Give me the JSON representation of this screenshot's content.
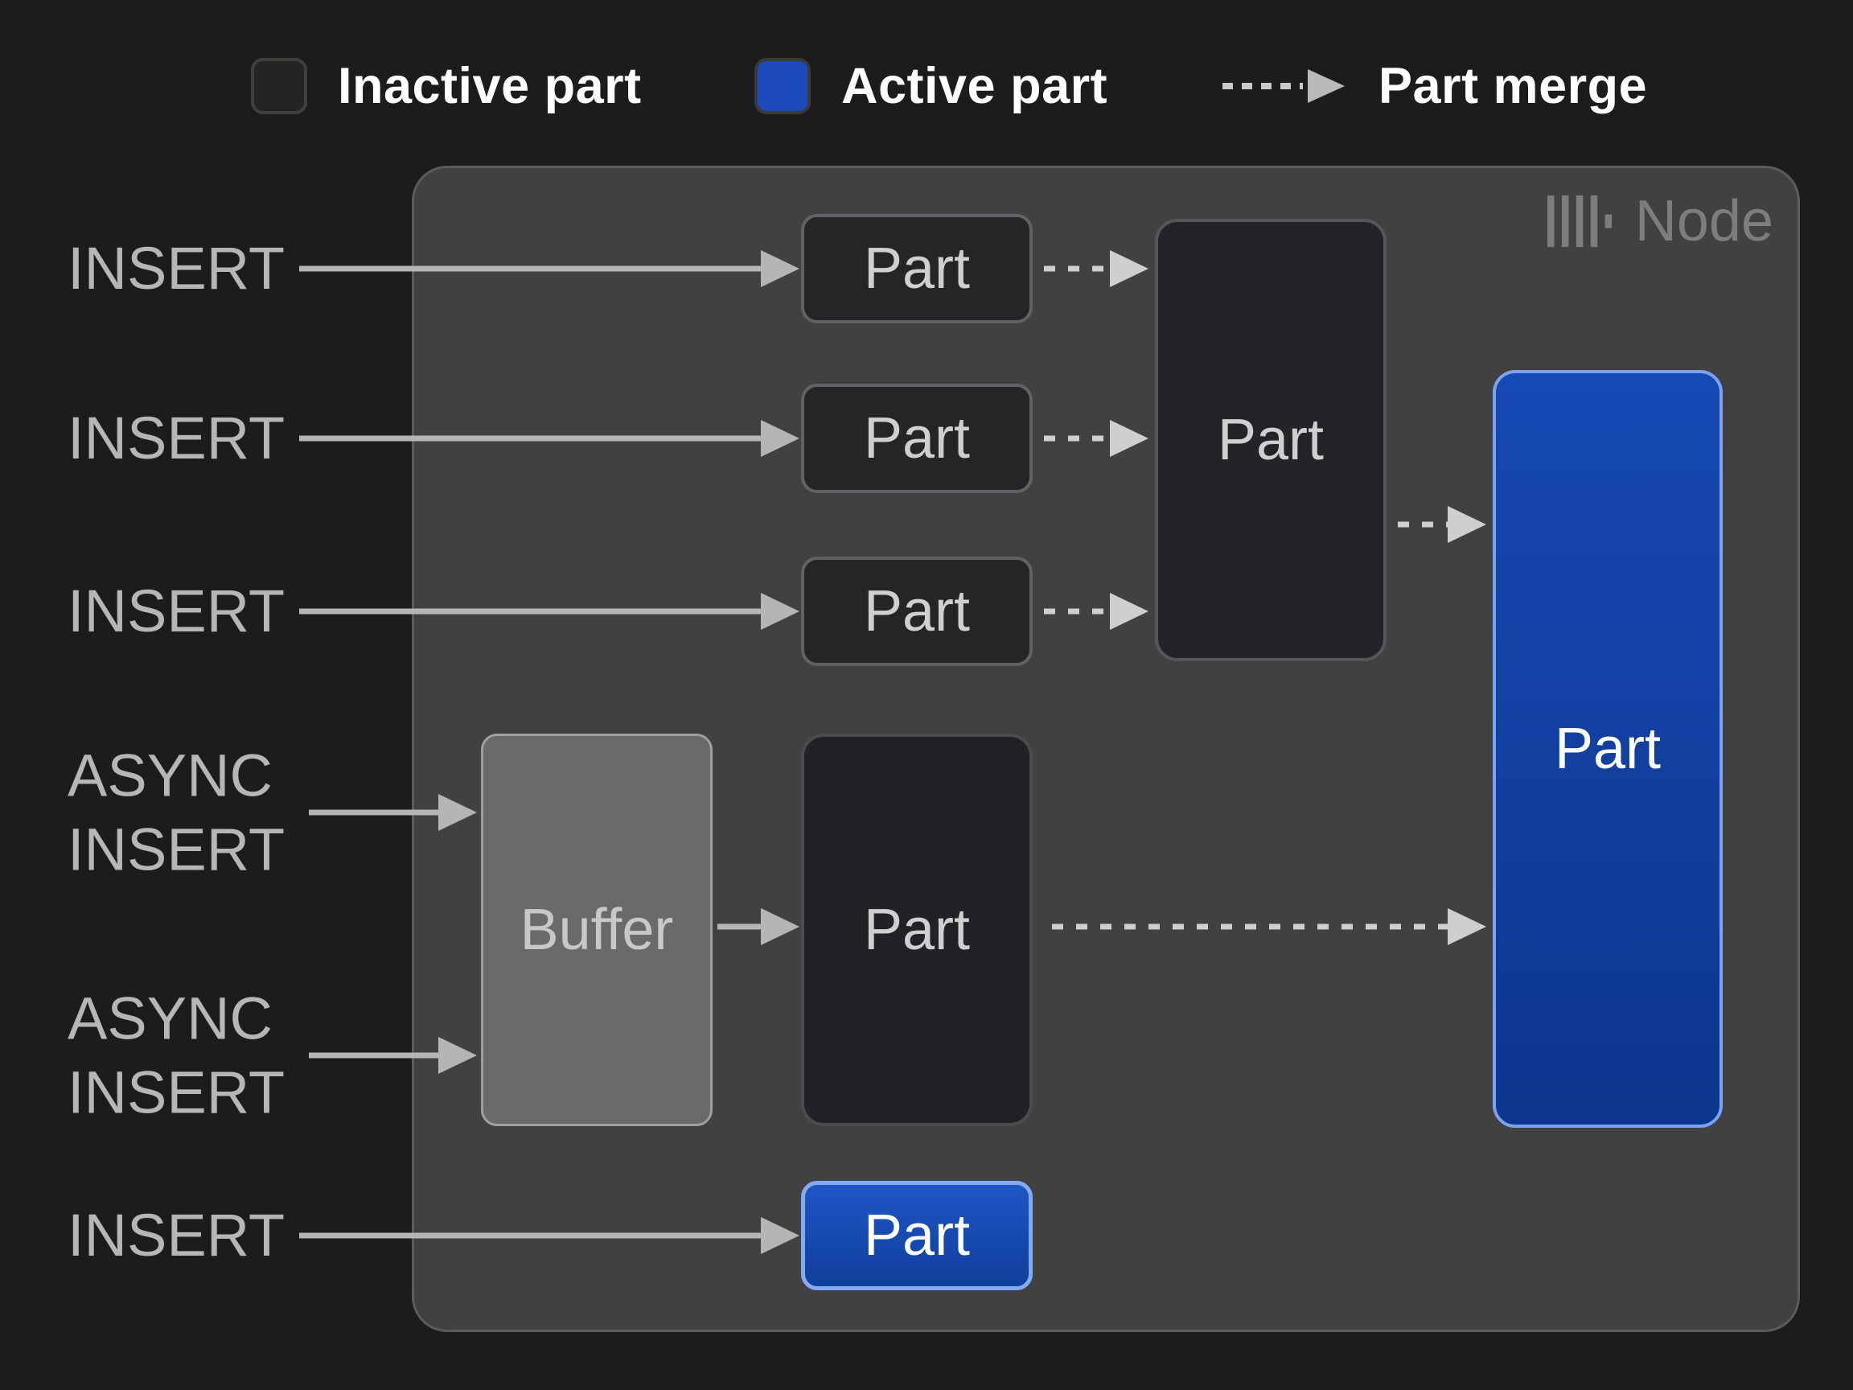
{
  "legend": {
    "inactive_label": "Inactive part",
    "active_label": "Active part",
    "merge_label": "Part merge"
  },
  "node": {
    "title": "Node",
    "logo_icon": "clickhouse-bars-icon"
  },
  "io_labels": [
    {
      "id": "insert-1",
      "text": "INSERT"
    },
    {
      "id": "insert-2",
      "text": "INSERT"
    },
    {
      "id": "insert-3",
      "text": "INSERT"
    },
    {
      "id": "async-insert-1",
      "text": "ASYNC\nINSERT"
    },
    {
      "id": "async-insert-2",
      "text": "ASYNC\nINSERT"
    },
    {
      "id": "insert-4",
      "text": "INSERT"
    }
  ],
  "boxes": {
    "part_1": {
      "label": "Part",
      "state": "inactive"
    },
    "part_2": {
      "label": "Part",
      "state": "inactive"
    },
    "part_3": {
      "label": "Part",
      "state": "inactive"
    },
    "merged_part": {
      "label": "Part",
      "state": "inactive"
    },
    "buffer": {
      "label": "Buffer",
      "state": "buffer"
    },
    "buffer_part": {
      "label": "Part",
      "state": "inactive"
    },
    "active_part_large": {
      "label": "Part",
      "state": "active"
    },
    "active_part_small": {
      "label": "Part",
      "state": "active"
    }
  },
  "colors": {
    "background": "#1c1c1e",
    "node_fill": "#414141",
    "node_border": "#5b5b5b",
    "inactive_fill": "#252528",
    "inactive_border": "#626266",
    "buffer_fill": "#6a6a6a",
    "active_fill_top": "#1549b4",
    "active_fill_bottom": "#0c358d",
    "active_border": "#7ba3f2",
    "solid_arrow": "#b5b5b5",
    "dashed_arrow": "#d0d0d0",
    "legend_text": "#ffffff",
    "io_label_text": "#b6b6b6",
    "node_title_text": "#7d7d7d"
  }
}
